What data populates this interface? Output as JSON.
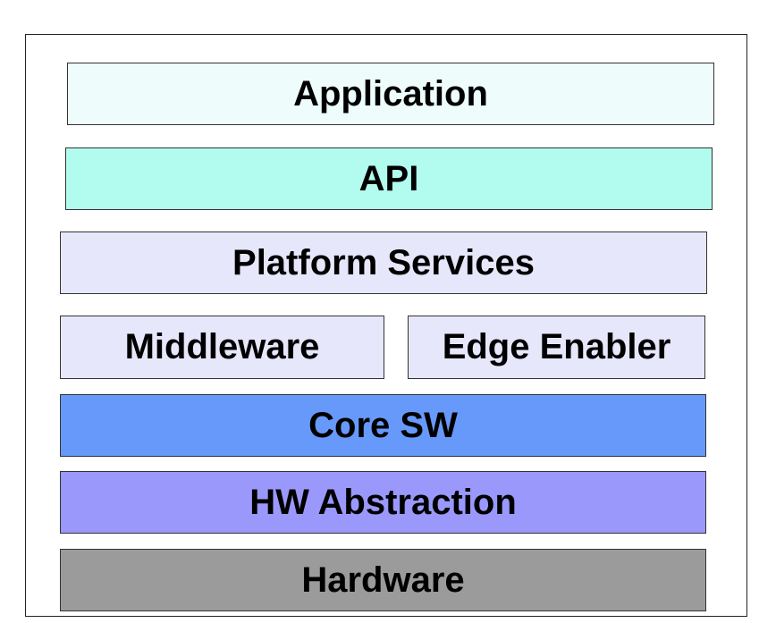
{
  "layers": {
    "application": {
      "label": "Application",
      "color": "#eefdfb"
    },
    "api": {
      "label": "API",
      "color": "#b1fbef"
    },
    "platform_services": {
      "label": "Platform Services",
      "color": "#e7e7fb"
    },
    "middleware": {
      "label": "Middleware",
      "color": "#e7e7fb"
    },
    "edge_enabler": {
      "label": "Edge Enabler",
      "color": "#e7e7fb"
    },
    "core_sw": {
      "label": "Core SW",
      "color": "#6799fa"
    },
    "hw_abstraction": {
      "label": "HW Abstraction",
      "color": "#9a98fb"
    },
    "hardware": {
      "label": "Hardware",
      "color": "#9b9b9b"
    }
  }
}
